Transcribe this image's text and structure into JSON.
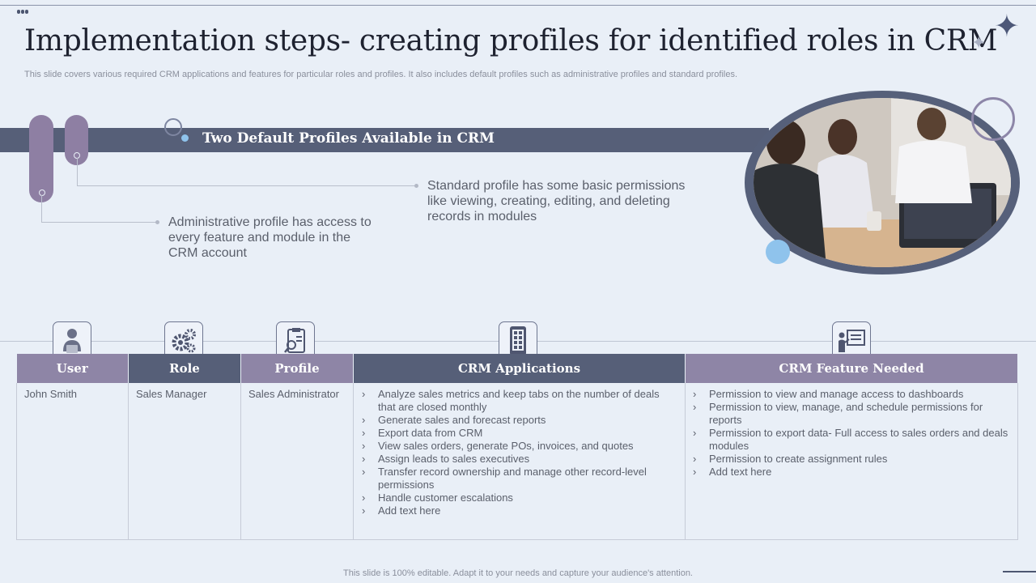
{
  "header": {
    "title": "Implementation steps- creating profiles for identified roles in CRM",
    "subtitle": "This slide covers various required CRM applications and features for particular roles and profiles. It also includes default profiles such as administrative profiles and standard profiles."
  },
  "profiles": {
    "band_title": "Two Default Profiles Available in CRM",
    "standard": "Standard profile has some basic permissions like viewing, creating, editing, and deleting records in modules",
    "administrative": "Administrative profile has access to every feature and module in the CRM account"
  },
  "table": {
    "headers": [
      "User",
      "Role",
      "Profile",
      "CRM Applications",
      "CRM Feature Needed"
    ],
    "row": {
      "user": "John Smith",
      "role": "Sales Manager",
      "profile": "Sales Administrator",
      "applications": [
        "Analyze sales metrics and keep tabs on the number of deals that are closed monthly",
        "Generate sales and forecast reports",
        "Export data from CRM",
        "View sales orders, generate POs, invoices, and quotes",
        "Assign leads to sales executives",
        "Transfer record ownership and manage other record-level permissions",
        "Handle customer escalations",
        "Add text here"
      ],
      "features": [
        "Permission to view and manage access to dashboards",
        "Permission to view, manage, and schedule permissions for reports",
        "Permission to export data- Full access to sales orders and deals modules",
        "Permission to create assignment rules",
        "Add text here"
      ]
    }
  },
  "icons": {
    "user": "user-icon",
    "role": "gears-icon",
    "profile": "profile-clipboard-icon",
    "applications": "mobile-app-icon",
    "features": "presentation-board-icon"
  },
  "colors": {
    "band": "#565f78",
    "accent_purple": "#8e85a6",
    "accent_blue": "#8fc3ec",
    "background": "#e9eff7"
  },
  "footer": "This slide is 100% editable. Adapt it to your needs and capture your audience's attention."
}
